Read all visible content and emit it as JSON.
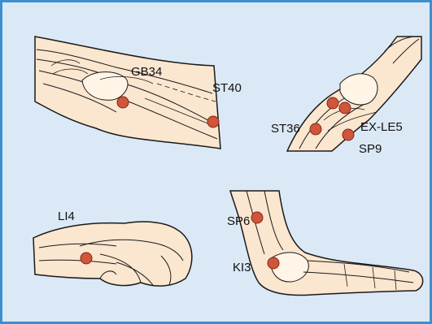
{
  "colors": {
    "background": "#dbe9f6",
    "border": "#3c8fce",
    "skin": "#fbe6d0",
    "bone": "#fff4e6",
    "point": "#d0553a",
    "outline": "#1a1a1a"
  },
  "panels": [
    {
      "id": "forearm",
      "icon": "lower-leg-lateral-illustration"
    },
    {
      "id": "knee",
      "icon": "knee-illustration"
    },
    {
      "id": "hand",
      "icon": "hand-illustration"
    },
    {
      "id": "foot",
      "icon": "foot-ankle-illustration"
    }
  ],
  "labels": {
    "gb34": "GB34",
    "st40": "ST40",
    "st36": "ST36",
    "ex_le5": "EX-LE5",
    "sp9": "SP9",
    "li4": "LI4",
    "sp6": "SP6",
    "ki3": "KI3"
  }
}
